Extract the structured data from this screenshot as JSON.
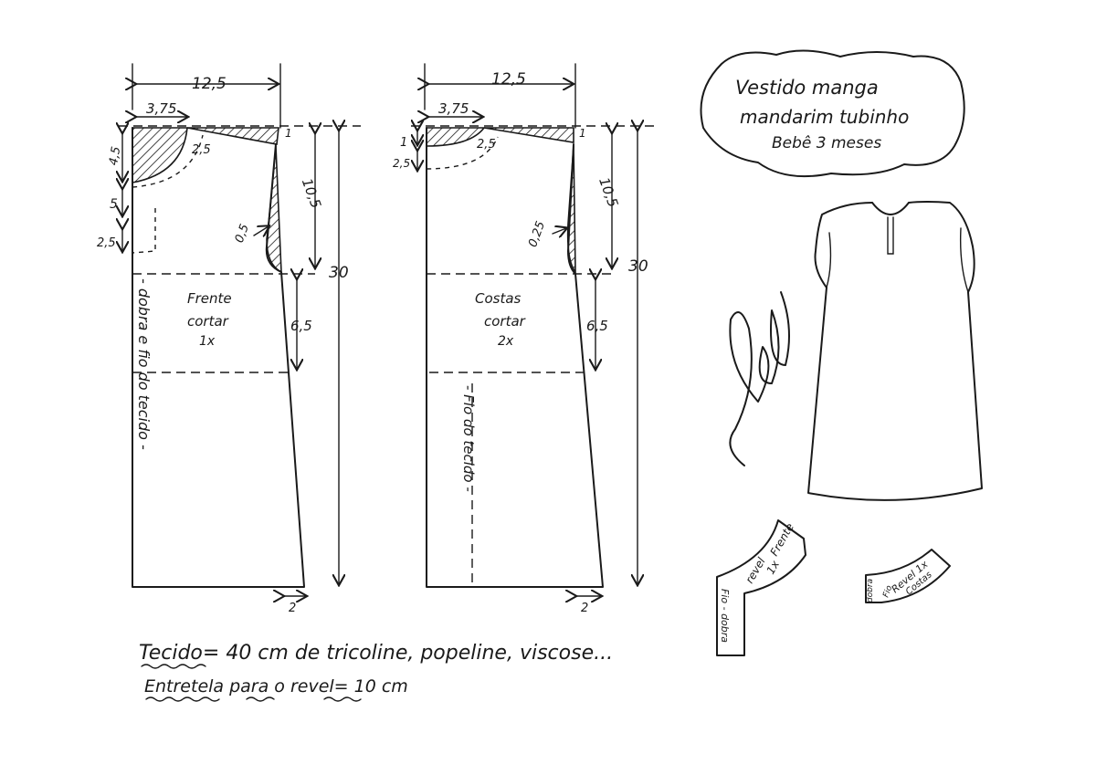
{
  "title": {
    "line1": "Vestido manga",
    "line2": "mandarim tubinho",
    "line3": "Bebê 3 meses"
  },
  "front": {
    "width": "12,5",
    "neck_width": "3,75",
    "neck_depth": "4,5",
    "neck_diag": "2,5",
    "shoulder_drop": "1",
    "armhole_height": "10,5",
    "length": "30",
    "armhole_curve": "0,5",
    "lower_a": "5",
    "lower_b": "2,5",
    "waist": "6,5",
    "hem": "2",
    "name": "Frente",
    "cut1": "cortar",
    "cut2": "1x",
    "fold": "- dobra e fio do tecido -"
  },
  "back": {
    "width": "12,5",
    "neck_width": "3,75",
    "neck_depth1": "1",
    "neck_depth2": "2,5",
    "neck_diag": "2,5",
    "shoulder_drop": "1",
    "armhole_height": "10,5",
    "length": "30",
    "armhole_curve": "0,25",
    "waist": "6,5",
    "hem": "2",
    "name": "Costas",
    "cut1": "cortar",
    "cut2": "2x",
    "grain": "- Fio do tecido -"
  },
  "facings": {
    "front_name": "Frente",
    "front_label": "revel",
    "front_count": "1x",
    "front_fold": "Fio - dobra",
    "back_label": "Revel 1x",
    "back_name": "Costas",
    "back_grain": "Fio",
    "back_fold": "dobra"
  },
  "notes": {
    "fabric": "Tecido= 40 cm de tricoline, popeline, viscose...",
    "interfacing": "Entretela para o revel= 10 cm"
  }
}
